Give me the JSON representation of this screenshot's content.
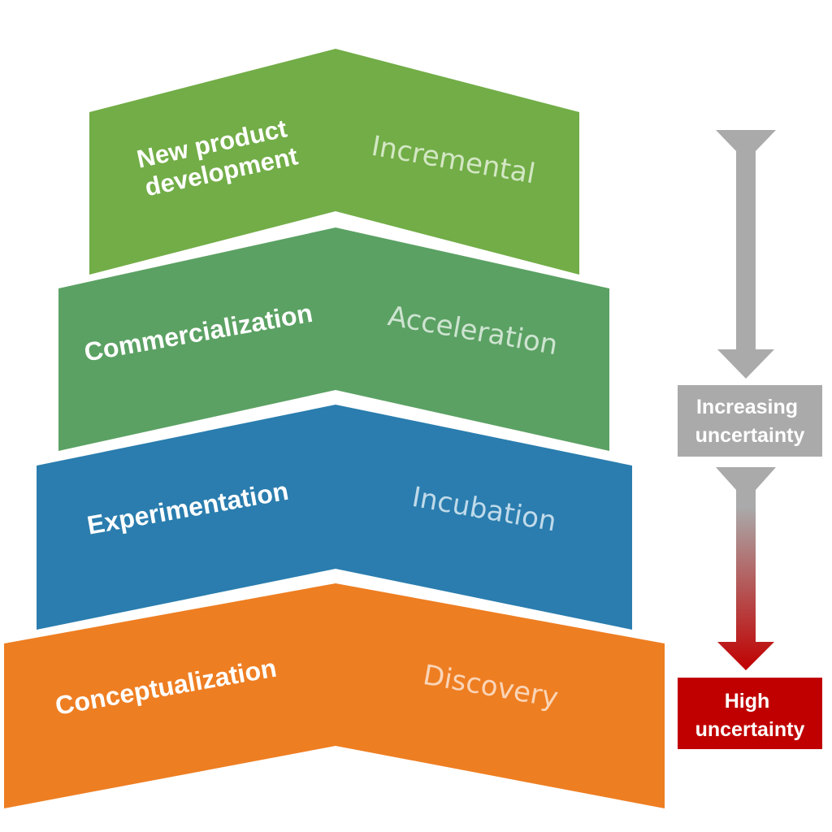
{
  "layers": [
    {
      "primary": [
        "New product",
        "development"
      ],
      "secondary": "Incremental",
      "color": "#72AD47",
      "secondary_color": "#D9EBCB"
    },
    {
      "primary": [
        "Commercialization"
      ],
      "secondary": "Acceleration",
      "color": "#5BA163",
      "secondary_color": "#D5E8D7"
    },
    {
      "primary": [
        "Experimentation"
      ],
      "secondary": "Incubation",
      "color": "#2A7DAE",
      "secondary_color": "#C9DFEE"
    },
    {
      "primary": [
        "Conceptualization"
      ],
      "secondary": "Discovery",
      "color": "#EE7E22",
      "secondary_color": "#FBDAC0"
    }
  ],
  "indicator": {
    "label_top": [
      "Increasing",
      "uncertainty"
    ],
    "label_bottom": [
      "High",
      "uncertainty"
    ],
    "gray_color": "#AAAAAA",
    "red_color": "#C00000"
  }
}
